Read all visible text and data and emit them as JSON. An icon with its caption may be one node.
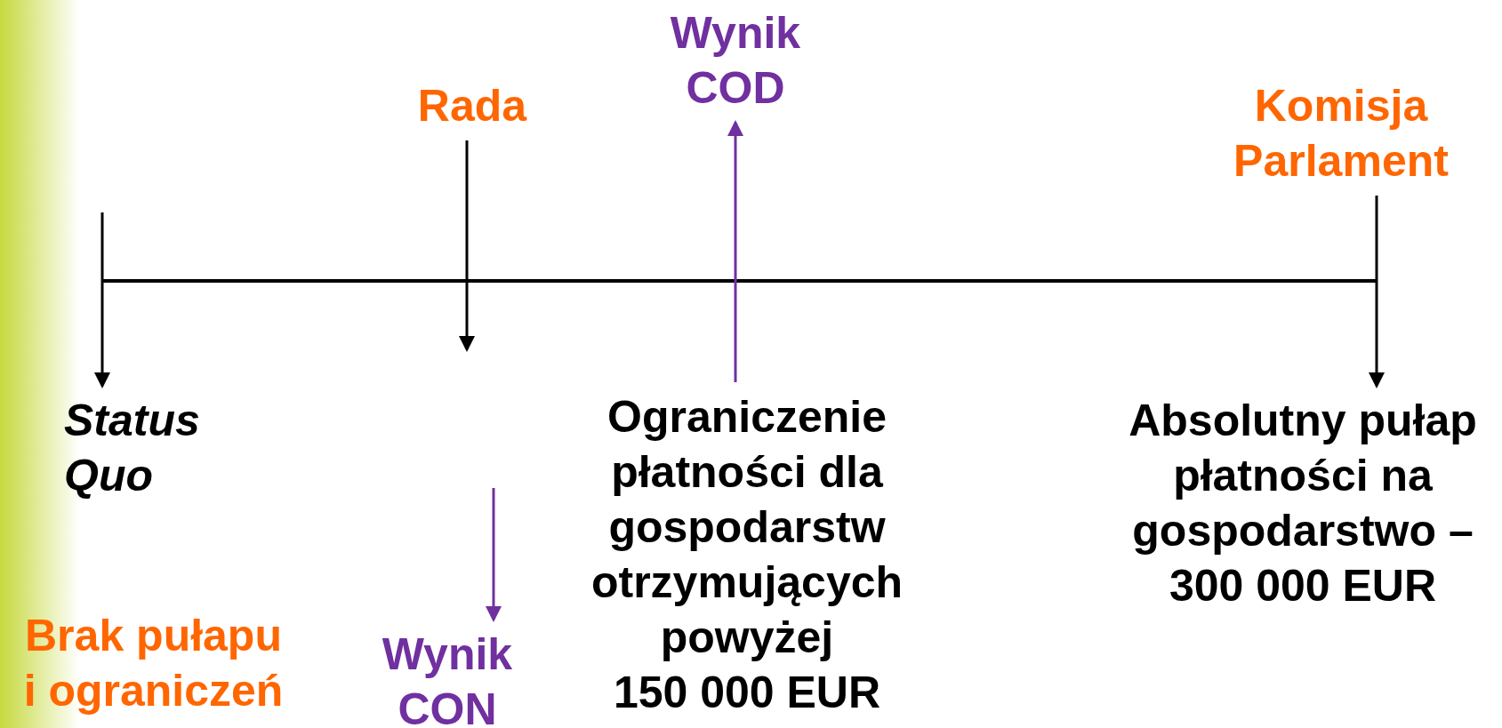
{
  "diagram": {
    "nodes": [
      {
        "text": [
          "Wynik COD"
        ]
      },
      {
        "text": [
          "Rada"
        ]
      },
      {
        "text": [
          "Komisja Parlament"
        ]
      },
      {
        "text": [
          "Status Quo"
        ]
      },
      {
        "text": [
          "Ograniczenie płatności dla gospodarstw otrzymujących powyżej 150 000 EUR"
        ]
      },
      {
        "text": [
          "Absolutny pułap płatności na gospodarstwo – 300 000 EUR"
        ]
      },
      {
        "text": [
          "Brak pułapu i ograniczeń"
        ]
      },
      {
        "text": [
          "Wynik CON"
        ]
      },
      {
        "text": [],
        "shape": "bar"
      }
    ],
    "edges": [
      {
        "from": null,
        "to": 3,
        "arrow": "to"
      },
      {
        "from": 1,
        "to": null,
        "arrow": "to"
      },
      {
        "from": 4,
        "to": 0,
        "arrow": "to",
        "color": "#7030a0"
      },
      {
        "from": 2,
        "to": 5,
        "arrow": "to"
      },
      {
        "from": null,
        "to": 7,
        "arrow": "to",
        "color": "#7030a0"
      }
    ]
  }
}
